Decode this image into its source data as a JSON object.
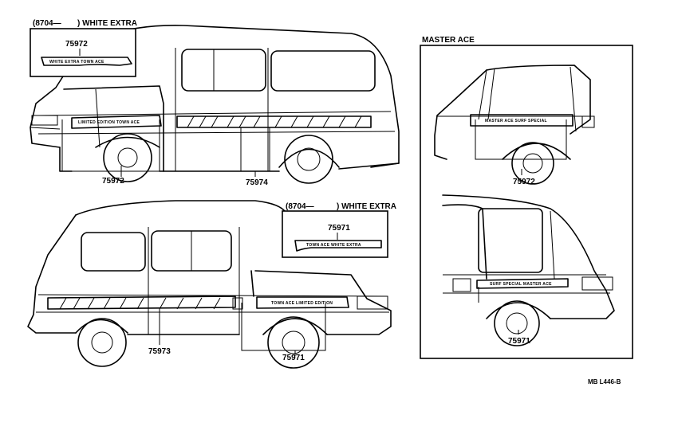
{
  "callouts": {
    "top_left_van_front": "75972",
    "top_left_van_body": "75974",
    "bottom_van_body": "75973",
    "bottom_van_rear": "75971",
    "master_ace_top": "75972",
    "master_ace_bottom": "75971"
  },
  "inset_top": {
    "header_prefix": "(8704—",
    "header_suffix": ") WHITE EXTRA",
    "part_number": "75972",
    "decal_text": "WHITE EXTRA   TOWN ACE"
  },
  "inset_bottom": {
    "header_prefix": "(8704—",
    "header_suffix": ") WHITE EXTRA",
    "part_number": "75971",
    "decal_text": "TOWN ACE   WHITE EXTRA"
  },
  "decals": {
    "top_van_front": "LIMITED EDITION  TOWN ACE",
    "bottom_van_rear": "TOWN ACE  LIMITED EDITION",
    "master_ace_front": "MASTER ACE  SURF SPECIAL",
    "master_ace_rear": "SURF SPECIAL  MASTER ACE"
  },
  "master_ace_panel": {
    "title": "MASTER ACE"
  },
  "footer": {
    "code": "MB L446-B"
  }
}
